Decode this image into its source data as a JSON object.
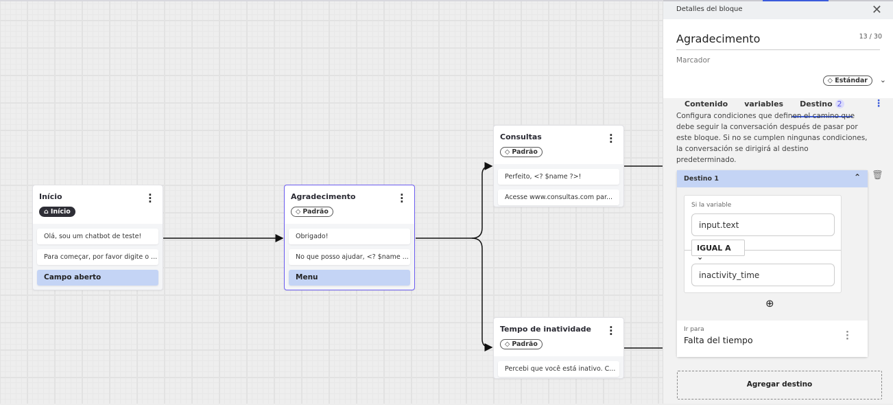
{
  "canvas": {
    "nodes": [
      {
        "title": "Início",
        "tag": "Início",
        "tag_icon": "home-icon",
        "items": [
          "Olá, sou um chatbot de teste!",
          "Para começar, por favor digite o ..."
        ],
        "input_label": "Campo aberto"
      },
      {
        "title": "Agradecimento",
        "tag": "Padrão",
        "tag_icon": "tag-icon",
        "items": [
          "Obrigado!",
          "No que posso ajudar, <? $name ..."
        ],
        "input_label": "Menu",
        "selected": true
      },
      {
        "title": "Consultas",
        "tag": "Padrão",
        "tag_icon": "tag-icon",
        "items": [
          "Perfeito, <? $name ?>!",
          "Acesse www.consultas.com par..."
        ]
      },
      {
        "title": "Tempo de inatividade",
        "tag": "Padrão",
        "tag_icon": "tag-icon",
        "items": [
          "Percebi que você está inativo. C..."
        ]
      }
    ]
  },
  "panel": {
    "header": "Detalles del bloque",
    "block_name": "Agradecimento",
    "char_count": "13 / 30",
    "marker_label": "Marcador",
    "marker_value": "Estándar",
    "tabs": [
      {
        "label": "Contenido"
      },
      {
        "label": "variables"
      },
      {
        "label": "Destino",
        "badge": "2",
        "active": true
      }
    ],
    "description": "Configura condiciones que definen el camino que debe seguir la conversación después de pasar por este bloque. Si no se cumplen ningunas condiciones, la conversación se dirigirá al destino predeterminado.",
    "destination": {
      "title": "Destino 1",
      "condition_label": "Si la variable",
      "variable": "input.text",
      "operator": "IGUAL A",
      "value": "inactivity_time",
      "goto_label": "Ir para",
      "goto_value": "Falta del tiempo"
    },
    "add_button": "Agregar destino"
  },
  "colors": {
    "accent": "#3b5bdb",
    "selected_border": "#6b5cf0",
    "input_block": "#c4d4f5"
  }
}
